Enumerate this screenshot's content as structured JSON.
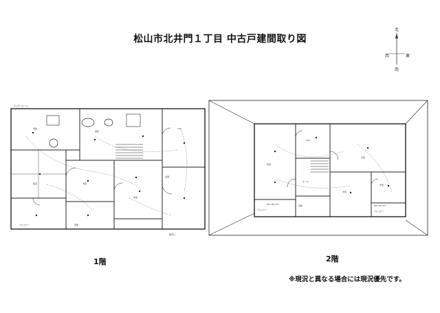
{
  "title": "松山市北井門１丁目 中古戸建間取り図",
  "compass": {
    "north": "北",
    "west": "西",
    "east": "東",
    "south": "南"
  },
  "floors": [
    {
      "label": "1階"
    },
    {
      "label": "2階"
    }
  ],
  "note": "※現況と異なる場合には現況優先です。",
  "plan_text_1f": {
    "top_left": "キッチンルーム",
    "room_a": "和室",
    "room_b": "洋室",
    "room_c": "洋室",
    "bath": "浴室",
    "entry": "玄関",
    "ldk": "LDK",
    "storage": "収納",
    "bottom_a": "バルコニー",
    "bottom_b": "車庫",
    "bottom_right": "勝手口"
  },
  "plan_text_2f": {
    "room_a": "洋室",
    "room_b": "洋室",
    "room_c": "洋室",
    "room_d": "洋室",
    "wic": "WIC",
    "hall": "ホール",
    "balcony_a": "バルコニー",
    "balcony_b": "バルコニー",
    "label_a": "BH1 約1.8m",
    "label_b": "BH1 約1.8m",
    "storage": "収納"
  }
}
